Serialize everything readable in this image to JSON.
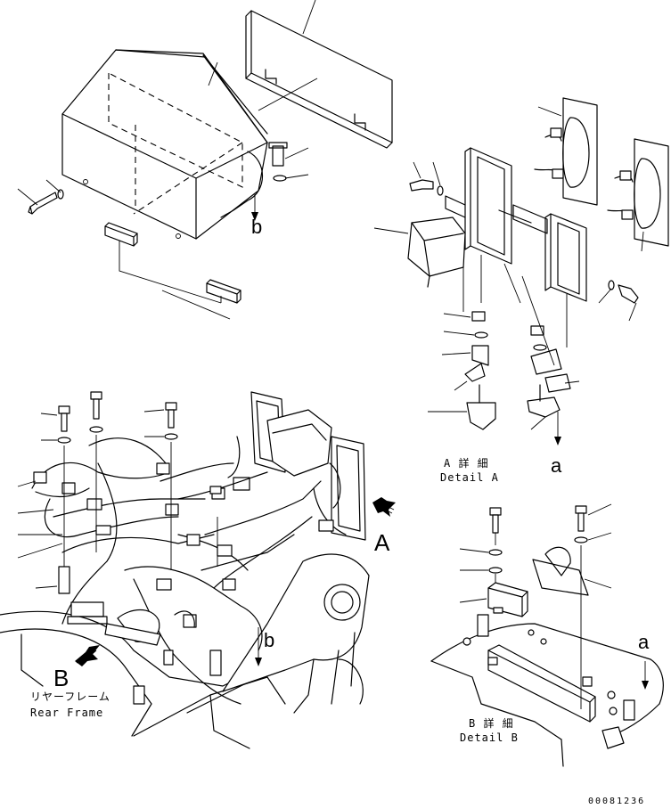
{
  "drawing_number": "00081236",
  "callouts": {
    "detail_view_a": "A",
    "detail_view_b": "B",
    "reference_a_lower": "a",
    "reference_b_lower": "b"
  },
  "labels": {
    "detail_a_jp": "A 詳 細",
    "detail_a_en": "Detail A",
    "detail_b_jp": "B 詳 細",
    "detail_b_en": "Detail B",
    "rear_frame_jp": "リヤーフレーム",
    "rear_frame_en": "Rear Frame"
  }
}
